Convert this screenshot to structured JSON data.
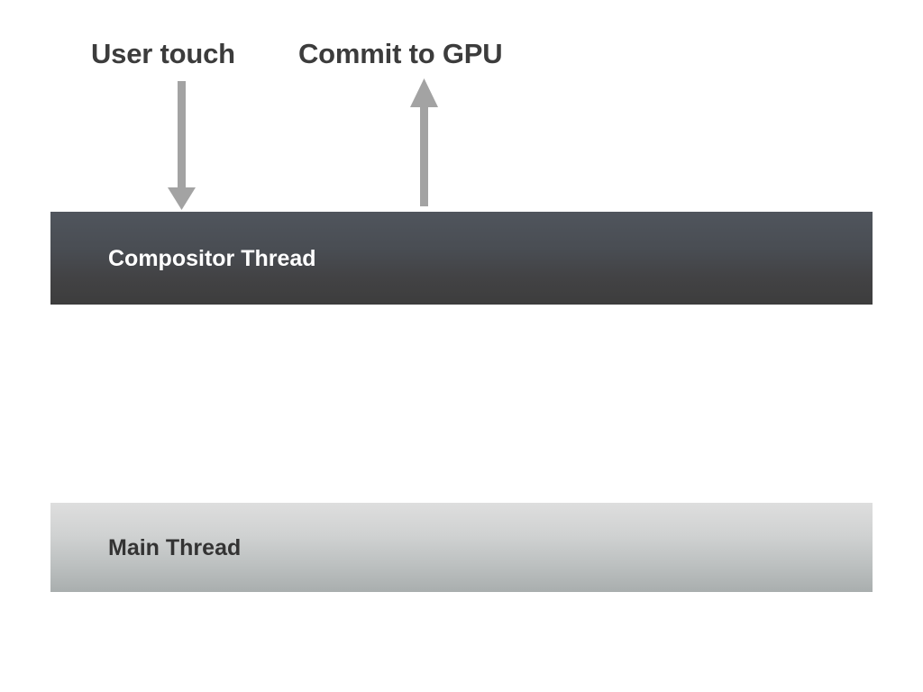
{
  "slide": {
    "background_color": "#ffffff",
    "title_text_color": "#3c3c3c"
  },
  "annotations": [
    {
      "id": "user-touch",
      "label": "User touch",
      "arrow_direction": "down",
      "arrow_color": "#a3a3a3",
      "meaning": "input event enters the compositor thread"
    },
    {
      "id": "commit-to-gpu",
      "label": "Commit to GPU",
      "arrow_direction": "up",
      "arrow_color": "#a3a3a3",
      "meaning": "compositor thread commits frame to the GPU"
    }
  ],
  "lanes": [
    {
      "id": "compositor-thread",
      "label": "Compositor Thread",
      "label_color": "#ffffff",
      "fill_top_color": "#50555d",
      "fill_bottom_color": "#3d3d3d"
    },
    {
      "id": "main-thread",
      "label": "Main Thread",
      "label_color": "#333333",
      "fill_top_color": "#dedede",
      "fill_bottom_color": "#a9aeae"
    }
  ]
}
